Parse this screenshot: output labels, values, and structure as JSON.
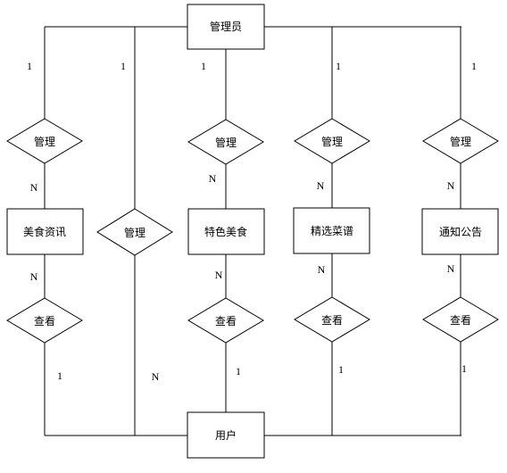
{
  "entities": {
    "admin": "管理员",
    "user": "用户",
    "food_news": "美食资讯",
    "special_food": "特色美食",
    "selected_recipes": "精选菜谱",
    "notice": "通知公告"
  },
  "relationships": {
    "manage_food_news": "管理",
    "manage_users": "管理",
    "manage_special_food": "管理",
    "manage_recipes": "管理",
    "manage_notice": "管理",
    "view_food_news": "查看",
    "view_special_food": "查看",
    "view_recipes": "查看",
    "view_notice": "查看"
  },
  "cardinalities": {
    "admin_food_news": "1",
    "admin_users": "1",
    "admin_special_food": "1",
    "admin_recipes": "1",
    "admin_notice": "1",
    "food_news_manage": "N",
    "special_food_manage": "N",
    "recipes_manage": "N",
    "notice_manage": "N",
    "food_news_view": "N",
    "special_food_view": "N",
    "recipes_view": "N",
    "notice_view": "N",
    "user_food_news": "1",
    "user_special_food": "1",
    "user_recipes": "1",
    "user_notice": "1",
    "user_managed": "N"
  }
}
